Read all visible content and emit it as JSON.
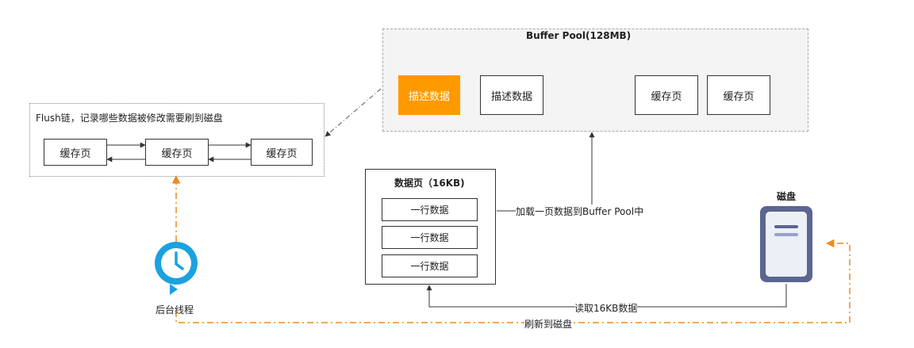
{
  "buffer_pool": {
    "title": "Buffer Pool(128MB)",
    "items": [
      "描述数据",
      "描述数据",
      "缓存页",
      "缓存页"
    ]
  },
  "flush_list": {
    "title": "Flush链，记录哪些数据被修改需要刷到磁盘",
    "items": [
      "缓存页",
      "缓存页",
      "缓存页"
    ]
  },
  "data_page": {
    "title": "数据页（16KB)",
    "rows": [
      "一行数据",
      "一行数据",
      "一行数据"
    ]
  },
  "disk": {
    "label": "磁盘"
  },
  "background_thread": {
    "label": "后台线程"
  },
  "edges": {
    "load_to_pool": "加载一页数据到Buffer Pool中",
    "read_16kb": "读取16KB数据",
    "flush_to_disk": "刷新到磁盘"
  },
  "colors": {
    "highlight": "#FF9900",
    "flush_arrow": "#F08A1C",
    "clock": "#1BA1E2",
    "disk": "#5A6690"
  },
  "icons": {
    "clock": "clock-icon",
    "disk": "disk-icon"
  }
}
